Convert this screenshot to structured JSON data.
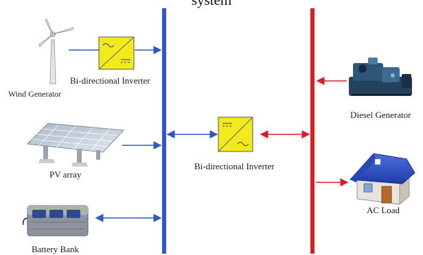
{
  "title_fragment": "system",
  "labels": {
    "wind": "Wind Generator",
    "inverter_wind": "Bi-directional Inverter",
    "pv": "PV array",
    "battery": "Battery Bank",
    "inverter_center": "Bi-directional Inverter",
    "diesel": "Diesel Generator",
    "ac_load": "AC Load"
  },
  "colors": {
    "dc_bus": "#3156c8",
    "ac_bus": "#d81f26",
    "inverter": "#f2ea1d"
  },
  "icons": {
    "wind": "wind-turbine-icon",
    "pv": "solar-panel-icon",
    "battery": "battery-bank-icon",
    "diesel": "diesel-generator-icon",
    "ac_load": "house-icon",
    "inverter": "inverter-symbol-icon"
  }
}
